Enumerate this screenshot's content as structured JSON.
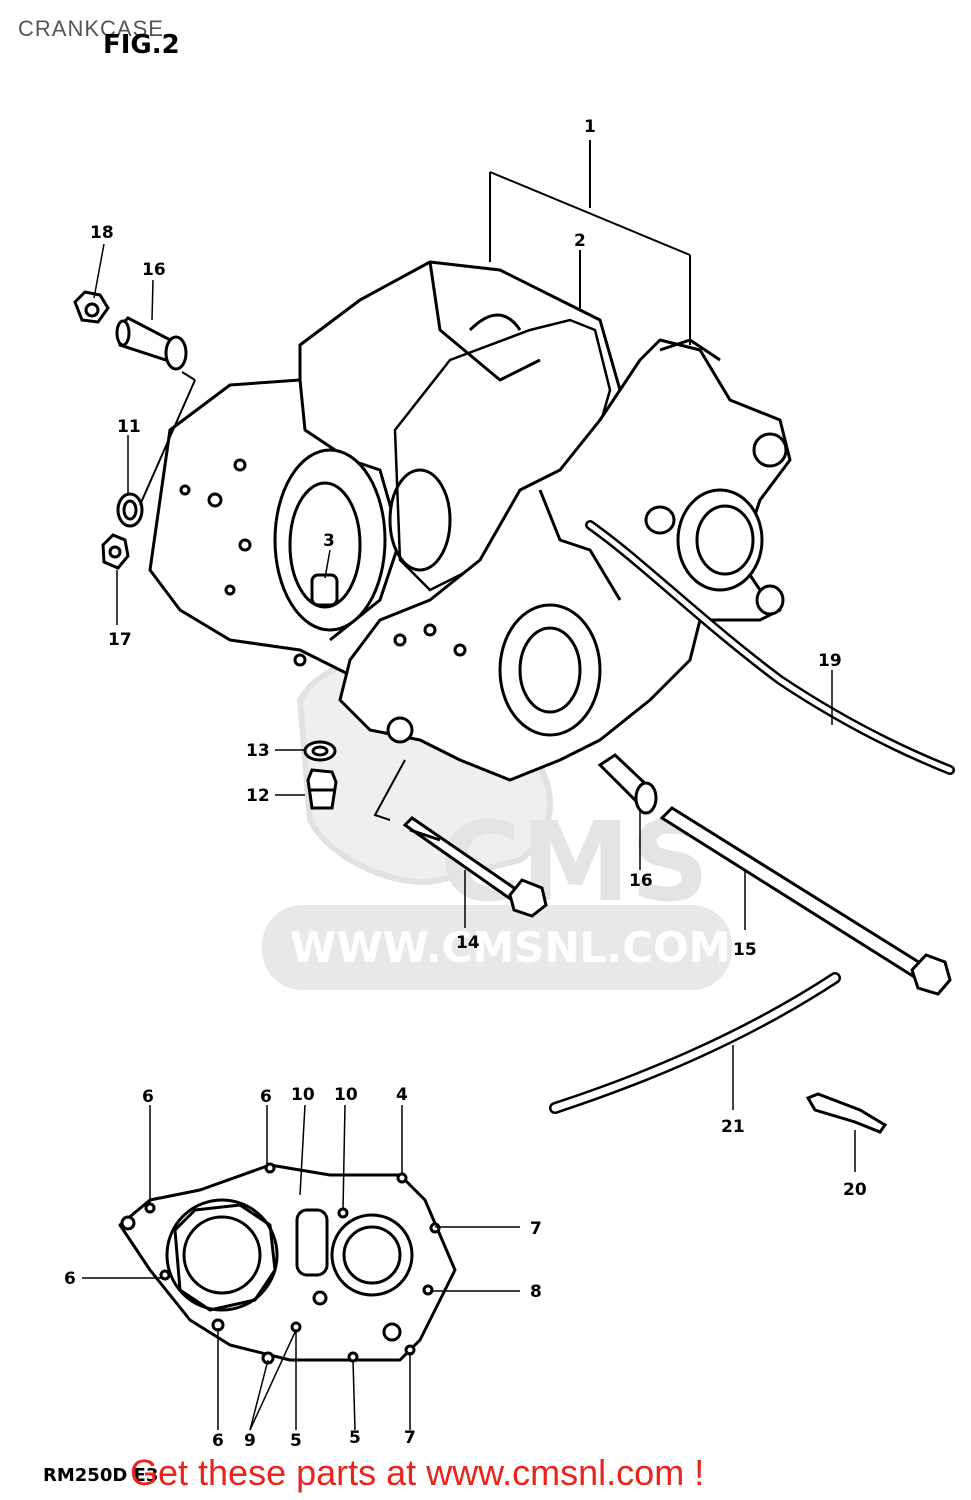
{
  "header": {
    "title": "CRANKCASE",
    "figure": "FIG.2"
  },
  "model": "RM250D E3",
  "watermark": {
    "brand": "CMS",
    "url": "WWW.CMSNL.COM"
  },
  "cta": "Get these parts at www.cmsnl.com !",
  "callouts": {
    "c1": "1",
    "c2": "2",
    "c3": "3",
    "c4": "4",
    "c5a": "5",
    "c5b": "5",
    "c6a": "6",
    "c6b": "6",
    "c6c": "6",
    "c6d": "6",
    "c7a": "7",
    "c7b": "7",
    "c8": "8",
    "c9": "9",
    "c10a": "10",
    "c10b": "10",
    "c11": "11",
    "c12": "12",
    "c13": "13",
    "c14": "14",
    "c15": "15",
    "c16a": "16",
    "c16b": "16",
    "c17": "17",
    "c18": "18",
    "c19": "19",
    "c20": "20",
    "c21": "21"
  },
  "colors": {
    "ink": "#000000",
    "watermark": "#e2e2e2",
    "cta": "#e8241b"
  }
}
